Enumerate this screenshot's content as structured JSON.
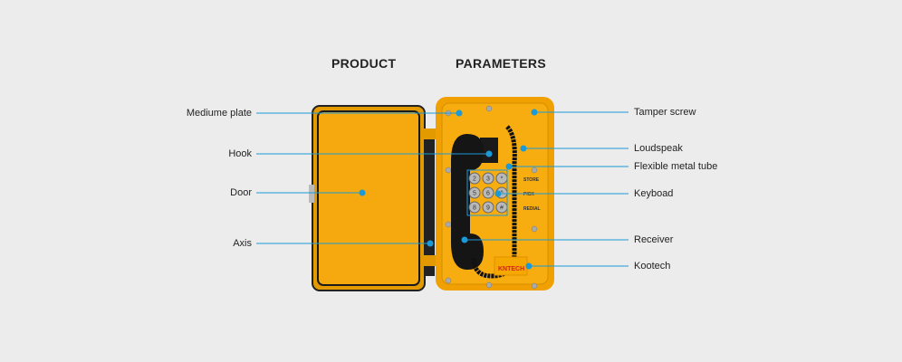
{
  "headings": {
    "left": "PRODUCT",
    "right": "PARAMETERS"
  },
  "callouts_left": [
    {
      "label": "Mediume plate"
    },
    {
      "label": "Hook"
    },
    {
      "label": "Door"
    },
    {
      "label": "Axis"
    }
  ],
  "callouts_right": [
    {
      "label": "Tamper screw"
    },
    {
      "label": "Loudspeak"
    },
    {
      "label": "Flexible metal tube"
    },
    {
      "label": "Keyboad"
    },
    {
      "label": "Receiver"
    },
    {
      "label": "Kootech"
    }
  ],
  "phone": {
    "keys": [
      "2",
      "3",
      "*",
      "5",
      "6",
      "^",
      "8",
      "9",
      "#"
    ],
    "side_labels": [
      "STORE",
      "PICK",
      "REDIAL"
    ],
    "brand": "KNTECH"
  },
  "colors": {
    "accent": "#1a9ad8",
    "body": "#f5a800",
    "background": "#ececec"
  }
}
